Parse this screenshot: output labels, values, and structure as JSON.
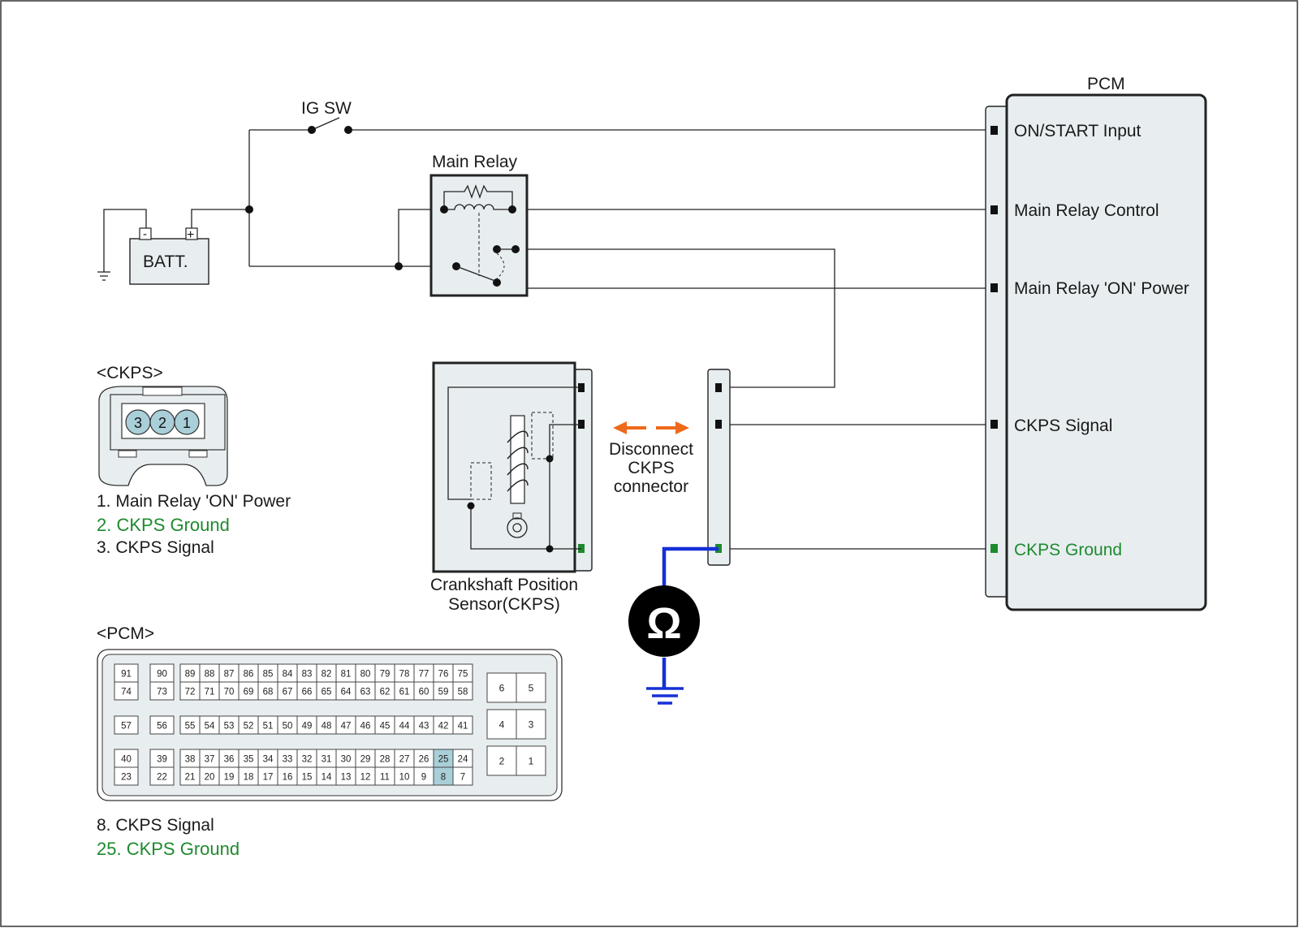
{
  "labels": {
    "ig_sw": "IG SW",
    "batt": "BATT.",
    "batt_minus": "-",
    "batt_plus": "+",
    "main_relay": "Main Relay",
    "pcm_title": "PCM",
    "on_start_input": "ON/START Input",
    "main_relay_control": "Main Relay Control",
    "main_relay_on_power": "Main Relay 'ON' Power",
    "ckps_signal": "CKPS Signal",
    "ckps_ground": "CKPS Ground",
    "disconnect_line1": "Disconnect",
    "disconnect_line2": "CKPS",
    "disconnect_line3": "connector",
    "sensor_line1": "Crankshaft Position",
    "sensor_line2": "Sensor(CKPS)",
    "ohm_symbol": "Ω"
  },
  "ckps_connector": {
    "title": "<CKPS>",
    "pins": [
      "3",
      "2",
      "1"
    ],
    "legend": [
      {
        "text": "1. Main Relay 'ON' Power",
        "highlight": false
      },
      {
        "text": "2. CKPS Ground",
        "highlight": true
      },
      {
        "text": "3. CKPS Signal",
        "highlight": false
      }
    ]
  },
  "pcm_connector": {
    "title": "<PCM>",
    "row1_top": [
      "89",
      "88",
      "87",
      "86",
      "85",
      "84",
      "83",
      "82",
      "81",
      "80",
      "79",
      "78",
      "77",
      "76",
      "75"
    ],
    "row1_bottom": [
      "72",
      "71",
      "70",
      "69",
      "68",
      "67",
      "66",
      "65",
      "64",
      "63",
      "62",
      "61",
      "60",
      "59",
      "58"
    ],
    "row2": [
      "55",
      "54",
      "53",
      "52",
      "51",
      "50",
      "49",
      "48",
      "47",
      "46",
      "45",
      "44",
      "43",
      "42",
      "41"
    ],
    "row3_top": [
      "38",
      "37",
      "36",
      "35",
      "34",
      "33",
      "32",
      "31",
      "30",
      "29",
      "28",
      "27",
      "26",
      "25",
      "24"
    ],
    "row3_bottom": [
      "21",
      "20",
      "19",
      "18",
      "17",
      "16",
      "15",
      "14",
      "13",
      "12",
      "11",
      "10",
      "9",
      "8",
      "7"
    ],
    "col_a": [
      "91",
      "74",
      "57",
      "40",
      "23"
    ],
    "col_b": [
      "90",
      "73",
      "56",
      "39",
      "22"
    ],
    "right_pins": [
      "6",
      "5",
      "4",
      "3",
      "2",
      "1"
    ],
    "highlighted": [
      "25",
      "8"
    ],
    "legend": [
      {
        "text": "8. CKPS Signal",
        "highlight": false
      },
      {
        "text": "25. CKPS Ground",
        "highlight": true
      }
    ]
  },
  "colors": {
    "ground_green": "#1e8a2e",
    "arrow_orange": "#ee6a1a",
    "meter_wire_blue": "#1530d6",
    "pin_highlight": "#a9cfd9",
    "panel_fill": "#e8eef0"
  }
}
